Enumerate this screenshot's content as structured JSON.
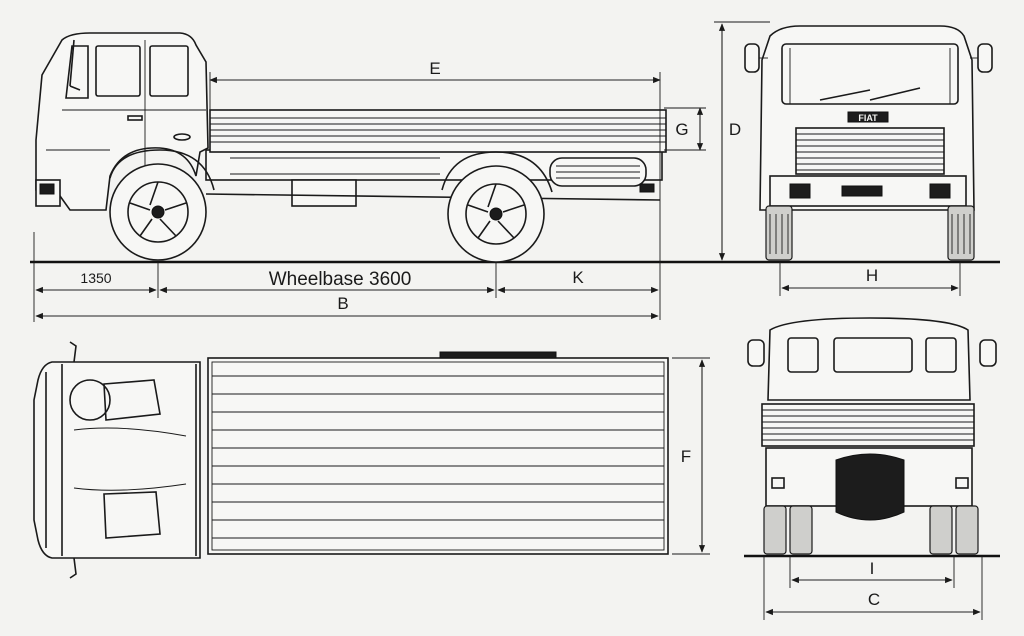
{
  "diagram": {
    "badge": "FIAT",
    "labels": {
      "E": "E",
      "G": "G",
      "D": "D",
      "H": "H",
      "B": "B",
      "K": "K",
      "F": "F",
      "I": "I",
      "C": "C"
    },
    "front_overhang": "1350",
    "wheelbase": "Wheelbase 3600"
  }
}
